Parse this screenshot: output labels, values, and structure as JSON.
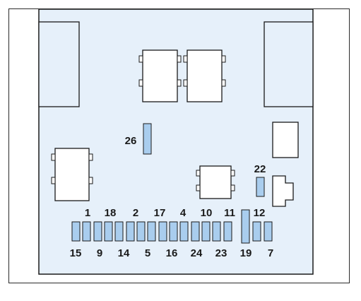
{
  "colors": {
    "panel": "#e6f0fa",
    "fuse": "#a9cdee",
    "outline": "#1a1a1a",
    "white": "#ffffff"
  },
  "labels": {
    "top_row": [
      "1",
      "18",
      "2",
      "17",
      "4",
      "10",
      "11",
      "12"
    ],
    "bottom_row": [
      "15",
      "9",
      "14",
      "5",
      "16",
      "24",
      "23",
      "19",
      "7"
    ],
    "fuse_26": "26",
    "fuse_22": "22"
  }
}
